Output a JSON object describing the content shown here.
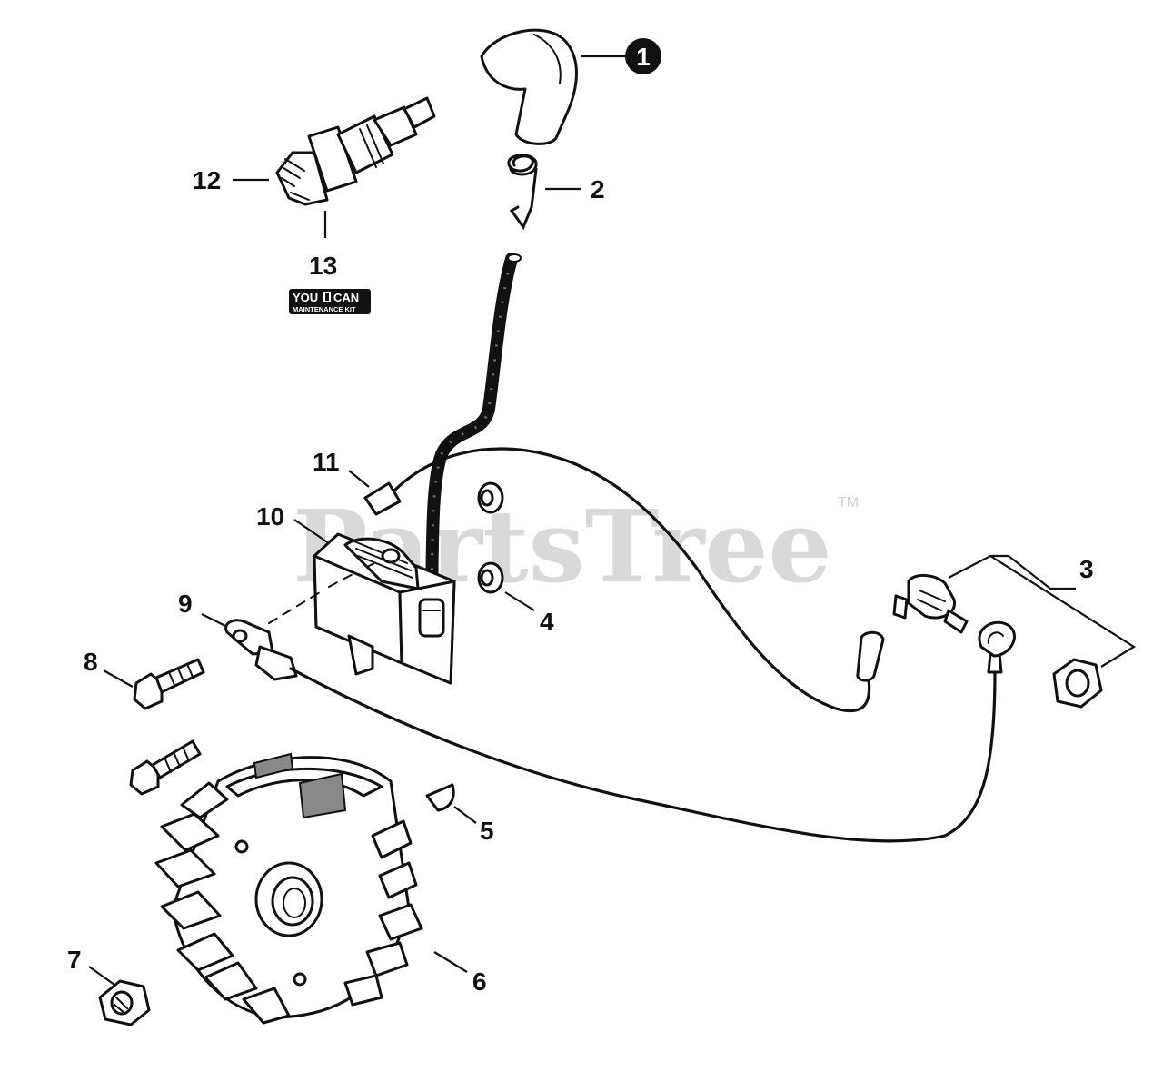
{
  "watermark": {
    "text": "PartsTree",
    "trademark": "TM"
  },
  "kit_badge": {
    "line1_left": "YOU",
    "line1_right": "CAN",
    "line2": "MAINTENANCE KIT"
  },
  "callouts": {
    "c1": "1",
    "c2": "2",
    "c3": "3",
    "c4": "4",
    "c5": "5",
    "c6": "6",
    "c7": "7",
    "c8": "8",
    "c9": "9",
    "c10": "10",
    "c11": "11",
    "c12": "12",
    "c13": "13"
  },
  "parts": [
    {
      "ref": "1",
      "name": "spark-plug-boot",
      "highlighted": true
    },
    {
      "ref": "2",
      "name": "spring"
    },
    {
      "ref": "3",
      "name": "stop-switch-assembly"
    },
    {
      "ref": "4",
      "name": "spacer"
    },
    {
      "ref": "5",
      "name": "woodruff-key"
    },
    {
      "ref": "6",
      "name": "flywheel"
    },
    {
      "ref": "7",
      "name": "flange-nut"
    },
    {
      "ref": "8",
      "name": "screw"
    },
    {
      "ref": "9",
      "name": "ground-terminal"
    },
    {
      "ref": "10",
      "name": "ignition-coil"
    },
    {
      "ref": "11",
      "name": "connector"
    },
    {
      "ref": "12",
      "name": "spark-plug"
    },
    {
      "ref": "13",
      "name": "maintenance-kit"
    }
  ]
}
